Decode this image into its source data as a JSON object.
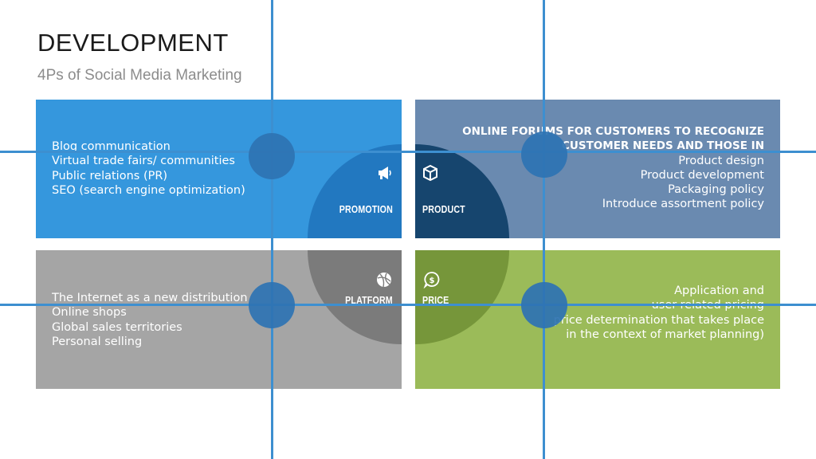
{
  "title": "DEVELOPMENT",
  "subtitle": "4Ps of Social Media Marketing",
  "colors": {
    "promotion": "#3597dd",
    "product": "#6a8ab0",
    "platform": "#a5a5a5",
    "price": "#9bbb59",
    "circle_promotion": "#2278c0",
    "circle_product": "#16456e",
    "circle_platform": "#7b7b7b",
    "circle_price": "#76963a",
    "grid_lines": "#3d8fd0",
    "grid_dots": "#2e73b3"
  },
  "quadrants": {
    "promotion": {
      "label": "PROMOTION",
      "icon": "megaphone-icon",
      "items": [
        "Blog communication",
        "Virtual trade fairs/ communities",
        "Public relations (PR)",
        "SEO (search engine optimization)"
      ]
    },
    "product": {
      "label": "PRODUCT",
      "icon": "box-icon",
      "heading": [
        "ONLINE FORUMS FOR CUSTOMERS TO RECOGNIZE",
        "CUSTOMER NEEDS AND THOSE IN"
      ],
      "items": [
        "Product design",
        "Product development",
        "Packaging policy",
        "Introduce assortment policy"
      ]
    },
    "platform": {
      "label": "PLATFORM",
      "icon": "globe-icon",
      "items": [
        "The Internet as a new distribution ch",
        "Online shops",
        "Global sales territories",
        "Personal selling"
      ]
    },
    "price": {
      "label": "PRICE",
      "icon": "dollar-speech-icon",
      "items": [
        "Application and",
        "user-related pricing",
        "price determination that takes place",
        "in the context of market planning)"
      ]
    }
  }
}
